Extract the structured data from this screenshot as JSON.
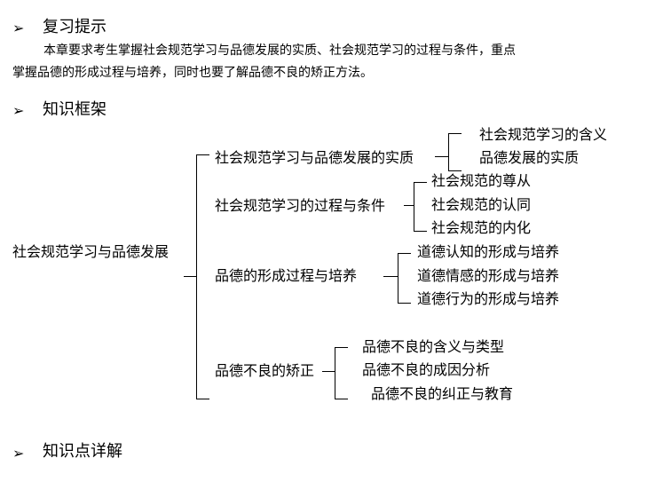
{
  "section_review": {
    "bullet": "➢",
    "title": "复习提示",
    "paragraph_line1": "本章要求考生掌握社会规范学习与品德发展的实质、社会规范学习的过程与条件，重点",
    "paragraph_line2": "掌握品德的形成过程与培养，同时也要了解品德不良的矫正方法。"
  },
  "section_framework": {
    "bullet": "➢",
    "title": "知识框架"
  },
  "tree": {
    "root": "社会规范学习与品德发展",
    "branches": [
      {
        "label": "社会规范学习与品德发展的实质",
        "children": [
          "社会规范学习的含义",
          "品德发展的实质"
        ]
      },
      {
        "label": "社会规范学习的过程与条件",
        "children": [
          "社会规范的尊从",
          "社会规范的认同",
          "社会规范的内化"
        ]
      },
      {
        "label": "品德的形成过程与培养",
        "children": [
          "道德认知的形成与培养",
          "道德情感的形成与培养",
          "道德行为的形成与培养"
        ]
      },
      {
        "label": "品德不良的矫正",
        "children": [
          "品德不良的含义与类型",
          "品德不良的成因分析",
          "品德不良的纠正与教育"
        ]
      }
    ]
  },
  "section_details": {
    "bullet": "➢",
    "title": "知识点详解"
  }
}
